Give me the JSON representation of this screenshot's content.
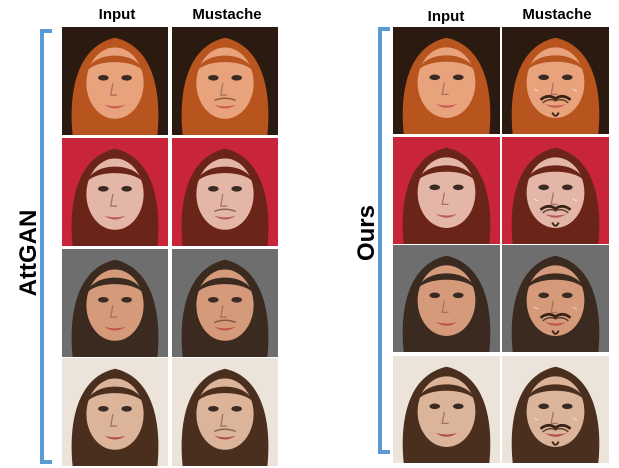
{
  "columns": [
    "Input",
    "Mustache"
  ],
  "panels": [
    {
      "method": "AttGAN"
    },
    {
      "method": "Ours"
    }
  ],
  "rows": [
    {
      "bg": "#2a1a10",
      "hair": "#b8541e",
      "skin": "#e8a37c",
      "lip": "#c45b55"
    },
    {
      "bg": "#c8243a",
      "hair": "#6a2418",
      "skin": "#e4b6a8",
      "lip": "#b8585c"
    },
    {
      "bg": "#6e6e6e",
      "hair": "#3a2a20",
      "skin": "#d49a7a",
      "lip": "#c0504a"
    },
    {
      "bg": "#ece4da",
      "hair": "#4a2e1e",
      "skin": "#dcb49a",
      "lip": "#b04a4e"
    }
  ],
  "colors": {
    "bracket": "#5b9bd5",
    "mustache": "#3a2418"
  }
}
